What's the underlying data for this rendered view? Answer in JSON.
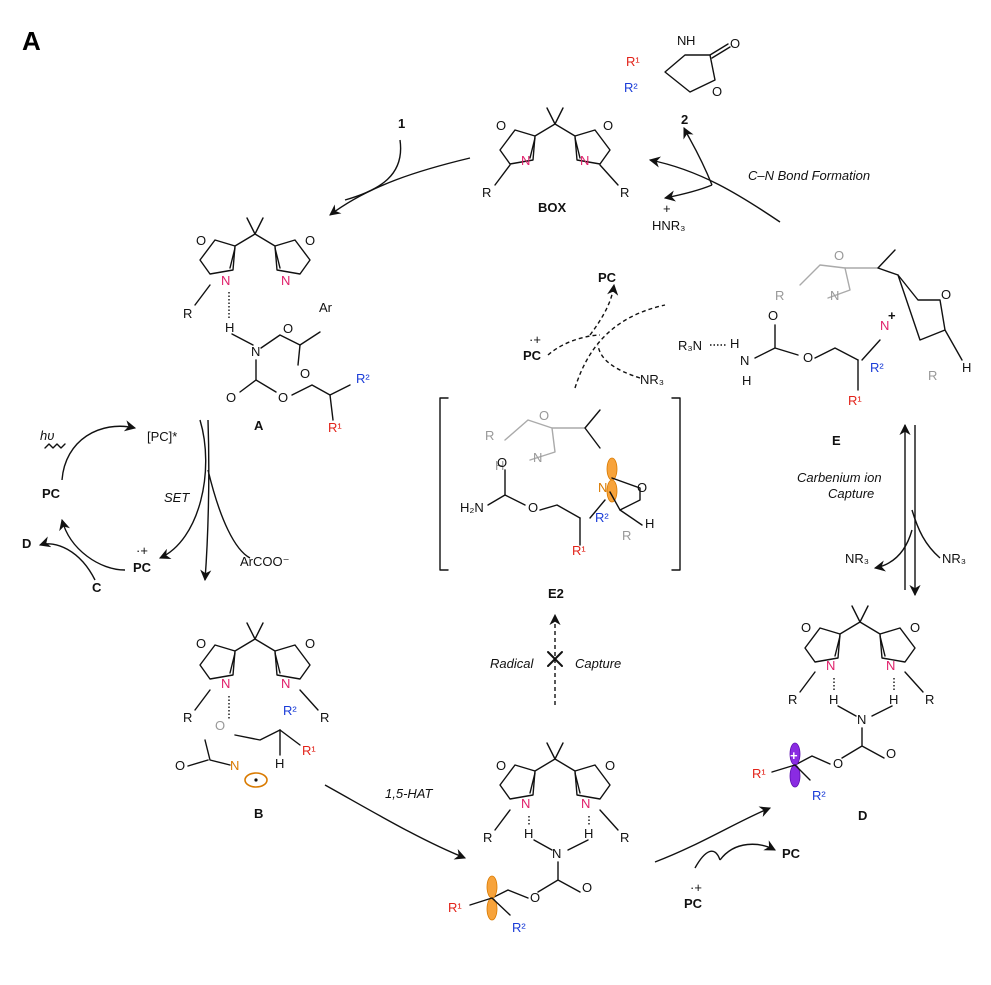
{
  "panel_label": "A",
  "labels": {
    "box": "BOX",
    "a": "A",
    "b": "B",
    "d": "D",
    "e": "E",
    "e2": "E2",
    "c": "C",
    "one": "1",
    "two": "2",
    "pc": "PC",
    "pc_excited": "[PC]*",
    "pc_radical_cation": "PC",
    "pc_radical_cation_mark": "·+",
    "hv": "hυ",
    "arcoo": "ArCOO⁻",
    "hnr3": "HNR₃",
    "hnr3_plus": "+",
    "nr3": "NR₃"
  },
  "steps": {
    "cn_bond": "C–N Bond Formation",
    "set": "SET",
    "carbenium_1": "Carbenium ion",
    "carbenium_2": "Capture",
    "radical": "Radical",
    "capture": "Capture",
    "hat": "1,5-HAT"
  },
  "atoms": {
    "O": "O",
    "N": "N",
    "H": "H",
    "R": "R",
    "Ar": "Ar",
    "R1": "R¹",
    "R2": "R²",
    "H2N": "H₂N",
    "R3N": "R₃N",
    "plus": "+"
  },
  "colors": {
    "nitrogen": "#e0206a",
    "r1": "#e2231a",
    "r2": "#1a3cd8",
    "orbital": "#f7a33b",
    "carbocation_orbital": "#8a2be2",
    "faded": "#999999"
  }
}
